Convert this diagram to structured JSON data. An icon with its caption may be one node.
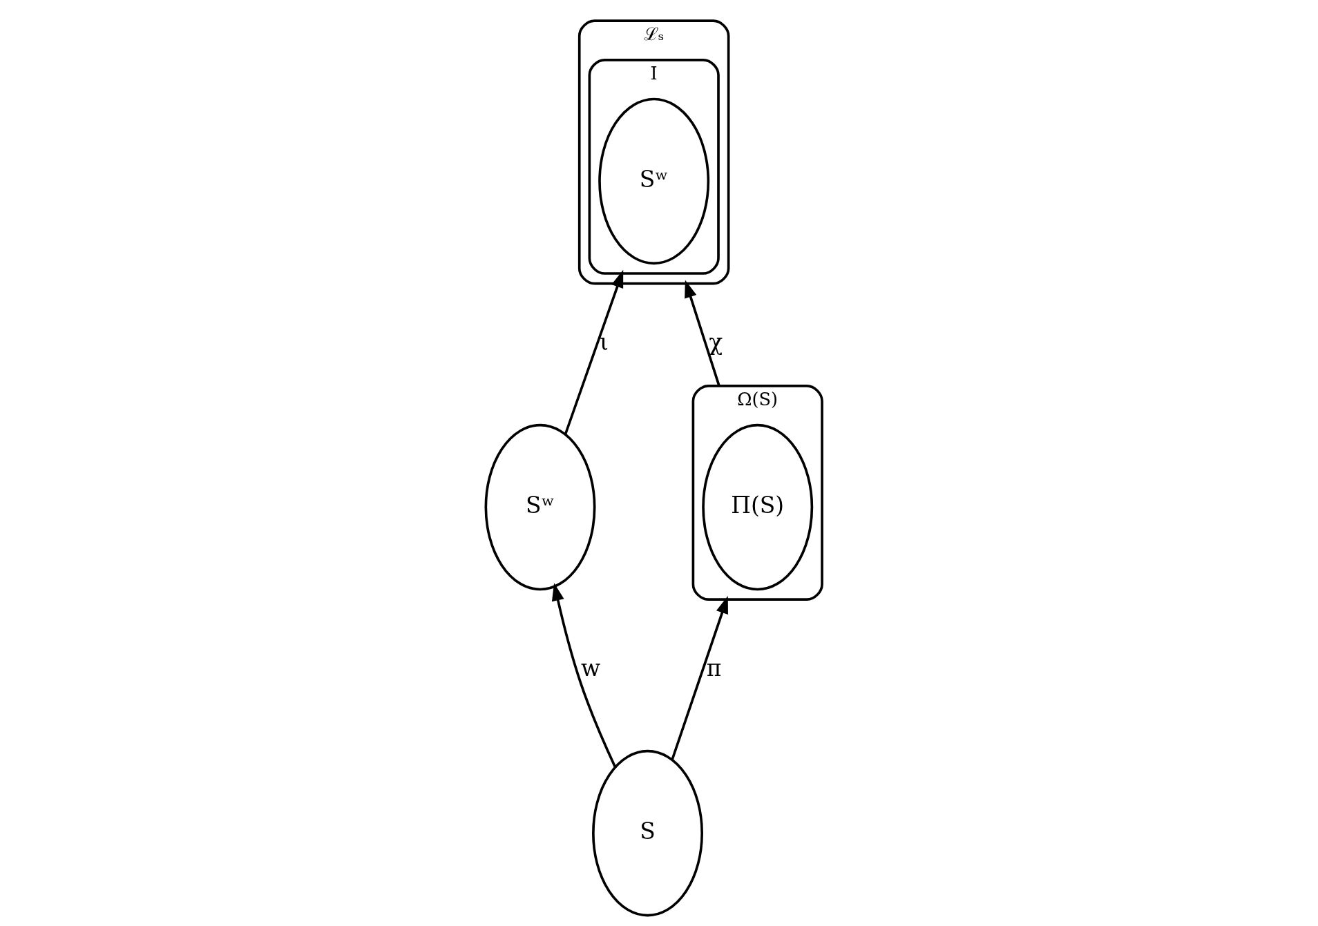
{
  "diagram": {
    "nodes": [
      {
        "text": [
          "S"
        ]
      },
      {
        "text": [
          "Sʷ"
        ]
      },
      {
        "text": [
          "ℒₛ"
        ]
      },
      {
        "text": [
          "I"
        ],
        "in": 2
      },
      {
        "text": [
          "Sʷ"
        ],
        "in": 3
      },
      {
        "text": [
          "Ω(S)"
        ]
      },
      {
        "text": [
          "Π(S)"
        ],
        "in": 5
      }
    ],
    "edges": [
      {
        "from": 0,
        "to": 1,
        "arrow": "to",
        "label": "w"
      },
      {
        "from": 1,
        "to": 3,
        "arrow": "to",
        "label": "ι"
      },
      {
        "from": 0,
        "to": 5,
        "arrow": "to",
        "label": "π"
      },
      {
        "from": 5,
        "to": 2,
        "arrow": "to",
        "label": "χ"
      }
    ]
  }
}
